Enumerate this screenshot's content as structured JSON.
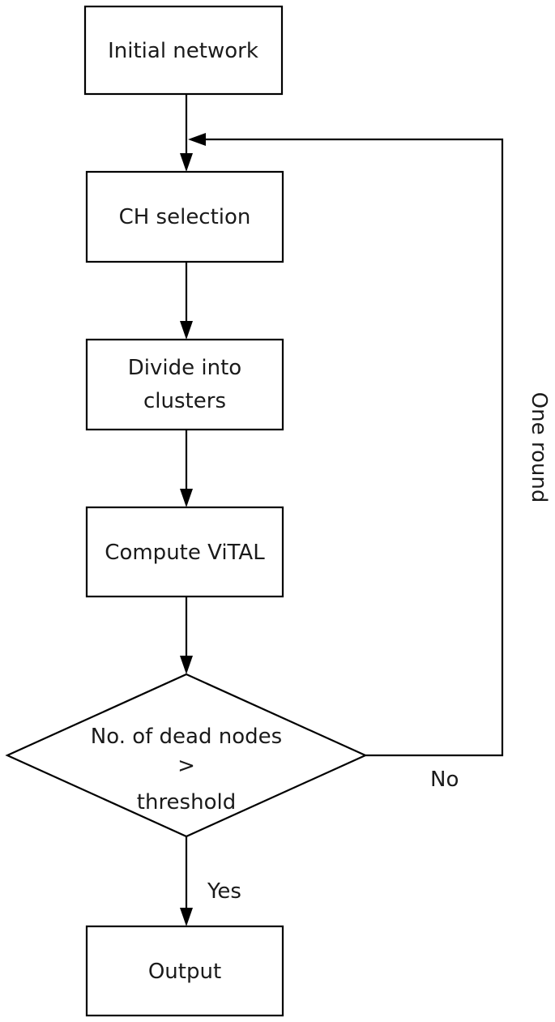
{
  "diagram": {
    "nodes": {
      "initial_network": {
        "lines": [
          "Initial network"
        ]
      },
      "ch_selection": {
        "lines": [
          "CH selection"
        ]
      },
      "divide_clusters": {
        "lines": [
          "Divide into",
          "clusters"
        ]
      },
      "compute_vital": {
        "lines": [
          "Compute ViTAL"
        ]
      },
      "decision": {
        "lines": [
          "No. of dead nodes",
          ">",
          "threshold"
        ]
      },
      "output": {
        "lines": [
          "Output"
        ]
      }
    },
    "edge_labels": {
      "yes": "Yes",
      "no": "No",
      "loop": "One round"
    }
  }
}
